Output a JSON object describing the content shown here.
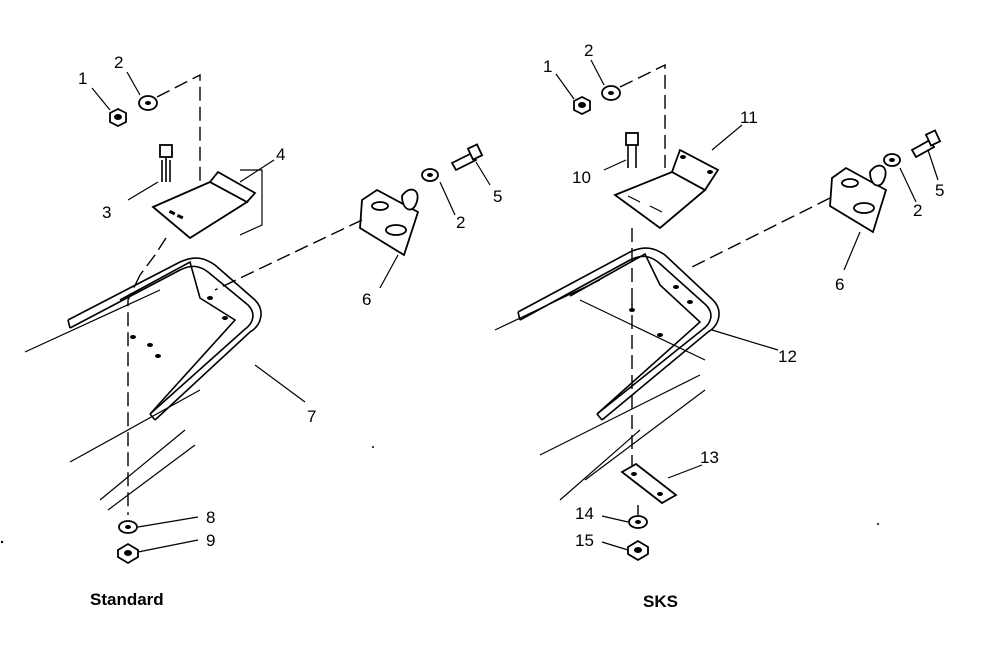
{
  "standard": {
    "caption": "Standard",
    "labels": [
      "1",
      "2",
      "3",
      "4",
      "2",
      "5",
      "6",
      "7",
      "8",
      "9"
    ]
  },
  "sks": {
    "caption": "SKS",
    "labels": [
      "1",
      "2",
      "11",
      "10",
      "5",
      "2",
      "6",
      "12",
      "13",
      "14",
      "15"
    ]
  }
}
